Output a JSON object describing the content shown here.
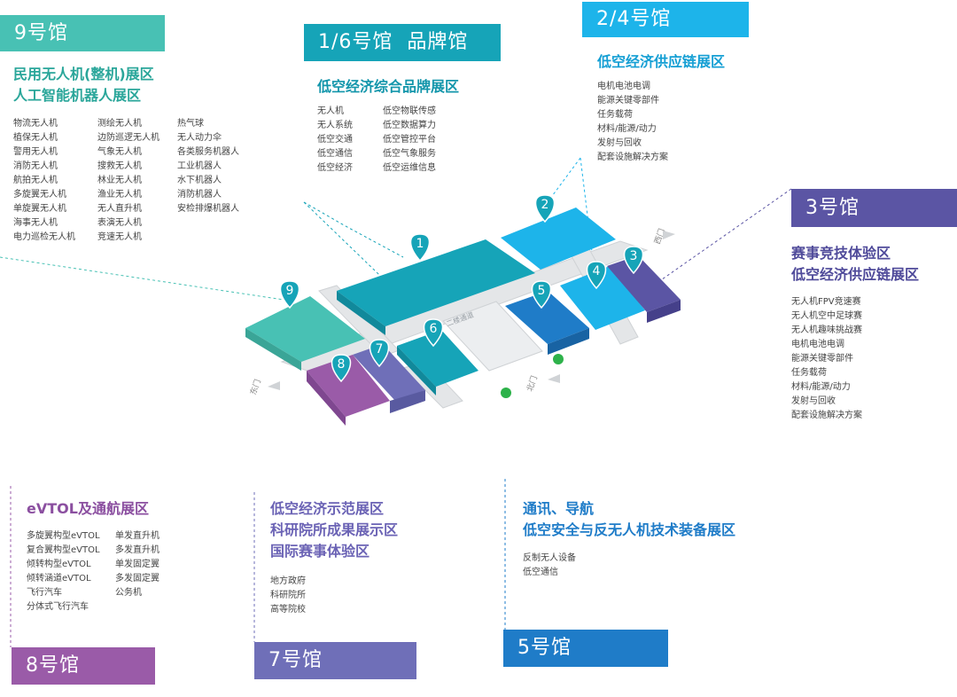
{
  "colors": {
    "hall9": "#48c1b4",
    "hall1_6": "#16a4b8",
    "hall2_4": "#1db4ea",
    "hall3": "#5b55a4",
    "hall5": "#1f7cc8",
    "hall7": "#6f6fb8",
    "hall8": "#9a5ba8",
    "evtol_text": "#8b4fa0",
    "demo_text": "#6b63b5",
    "nav_text": "#1f7cc8"
  },
  "hall9": {
    "tag": "9号馆",
    "titles": [
      "民用无人机(整机)展区",
      "人工智能机器人展区"
    ],
    "col1": [
      "物流无人机",
      "植保无人机",
      "警用无人机",
      "消防无人机",
      "航拍无人机",
      "多旋翼无人机",
      "单旋翼无人机",
      "海事无人机",
      "电力巡检无人机"
    ],
    "col2": [
      "测绘无人机",
      "边防巡逻无人机",
      "气象无人机",
      "搜救无人机",
      "林业无人机",
      "渔业无人机",
      "无人直升机",
      "表演无人机",
      "竞速无人机"
    ],
    "col3": [
      "热气球",
      "无人动力伞",
      "各类服务机器人",
      "工业机器人",
      "水下机器人",
      "消防机器人",
      "安检排爆机器人"
    ]
  },
  "hall1_6": {
    "tag": "1/6号馆  品牌馆",
    "title": "低空经济综合品牌展区",
    "col1": [
      "无人机",
      "无人系统",
      "低空交通",
      "低空通信",
      "低空经济"
    ],
    "col2": [
      "低空物联传感",
      "低空数据算力",
      "低空管控平台",
      "低空气象服务",
      "低空运维信息"
    ]
  },
  "hall2_4": {
    "tag": "2/4号馆",
    "title": "低空经济供应链展区",
    "items": [
      "电机电池电调",
      "能源关键零部件",
      "任务载荷",
      "材料/能源/动力",
      "发射与回收",
      "配套设施解决方案"
    ]
  },
  "hall3": {
    "tag": "3号馆",
    "titles": [
      "赛事竞技体验区",
      "低空经济供应链展区"
    ],
    "items": [
      "无人机FPV竞速赛",
      "无人机空中足球赛",
      "无人机趣味挑战赛",
      "电机电池电调",
      "能源关键零部件",
      "任务载荷",
      "材料/能源/动力",
      "发射与回收",
      "配套设施解决方案"
    ]
  },
  "hall8": {
    "tag": "8号馆",
    "title": "eVTOL及通航展区",
    "col1": [
      "多旋翼构型eVTOL",
      "复合翼构型eVTOL",
      "倾转构型eVTOL",
      "倾转涵道eVTOL",
      "飞行汽车",
      "分体式飞行汽车"
    ],
    "col2": [
      "单发直升机",
      "多发直升机",
      "单发固定翼",
      "多发固定翼",
      "公务机"
    ]
  },
  "hall7": {
    "tag": "7号馆",
    "titles": [
      "低空经济示范展区",
      "科研院所成果展示区",
      "国际赛事体验区"
    ],
    "items": [
      "地方政府",
      "科研院所",
      "高等院校"
    ]
  },
  "hall5": {
    "tag": "5号馆",
    "titles": [
      "通讯、导航",
      "低空安全与反无人机技术装备展区"
    ],
    "items": [
      "反制无人设备",
      "低空通信"
    ]
  },
  "map": {
    "pins": [
      "1",
      "2",
      "3",
      "4",
      "5",
      "6",
      "7",
      "8",
      "9"
    ],
    "gates": {
      "west": "西门",
      "east": "东门",
      "north": "北门"
    },
    "corridor": "二楼通道"
  }
}
